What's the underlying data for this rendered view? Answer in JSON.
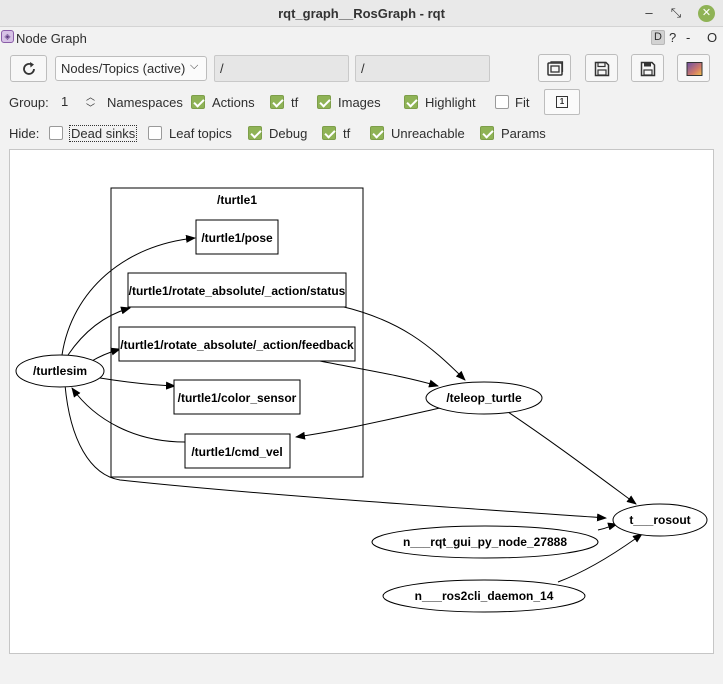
{
  "window": {
    "title": "rqt_graph__RosGraph - rqt",
    "minimize": "–",
    "maximize": "⤡",
    "close": "✕"
  },
  "plugin": {
    "title": "Node Graph",
    "d_label": "D",
    "help": "?",
    "dash": "-",
    "o": "O"
  },
  "toolbar": {
    "mode_selected": "Nodes/Topics (active)",
    "combo_arrow": "⌵",
    "node_filter": "/",
    "topic_filter": "/"
  },
  "group_row": {
    "group_label": "Group:",
    "group_value": "1",
    "spin_up": "︿",
    "spin_down": "﹀",
    "namespaces_label": "Namespaces",
    "actions": {
      "label": "Actions",
      "checked": true
    },
    "tf": {
      "label": "tf",
      "checked": true
    },
    "images": {
      "label": "Images",
      "checked": true
    },
    "highlight": {
      "label": "Highlight",
      "checked": true
    },
    "fit": {
      "label": "Fit",
      "checked": false
    },
    "fit_icon": "1"
  },
  "hide_row": {
    "hide_label": "Hide:",
    "dead_sinks": {
      "label": "Dead sinks",
      "checked": false
    },
    "leaf_topics": {
      "label": "Leaf topics",
      "checked": false
    },
    "debug": {
      "label": "Debug",
      "checked": true
    },
    "tf": {
      "label": "tf",
      "checked": true
    },
    "unreachable": {
      "label": "Unreachable",
      "checked": true
    },
    "params": {
      "label": "Params",
      "checked": true
    }
  },
  "graph": {
    "cluster_label": "/turtle1",
    "nodes": {
      "turtlesim": "/turtlesim",
      "teleop_turtle": "/teleop_turtle",
      "rosout": "t___rosout",
      "rqt_gui": "n___rqt_gui_py_node_27888",
      "ros2cli": "n___ros2cli_daemon_14"
    },
    "topics": {
      "pose": "/turtle1/pose",
      "status": "/turtle1/rotate_absolute/_action/status",
      "feedback": "/turtle1/rotate_absolute/_action/feedback",
      "color_sensor": "/turtle1/color_sensor",
      "cmd_vel": "/turtle1/cmd_vel"
    }
  },
  "colors": {
    "accent_green": "#8fb356",
    "canvas_bg": "#ffffff",
    "window_bg": "#f2f2f2"
  }
}
